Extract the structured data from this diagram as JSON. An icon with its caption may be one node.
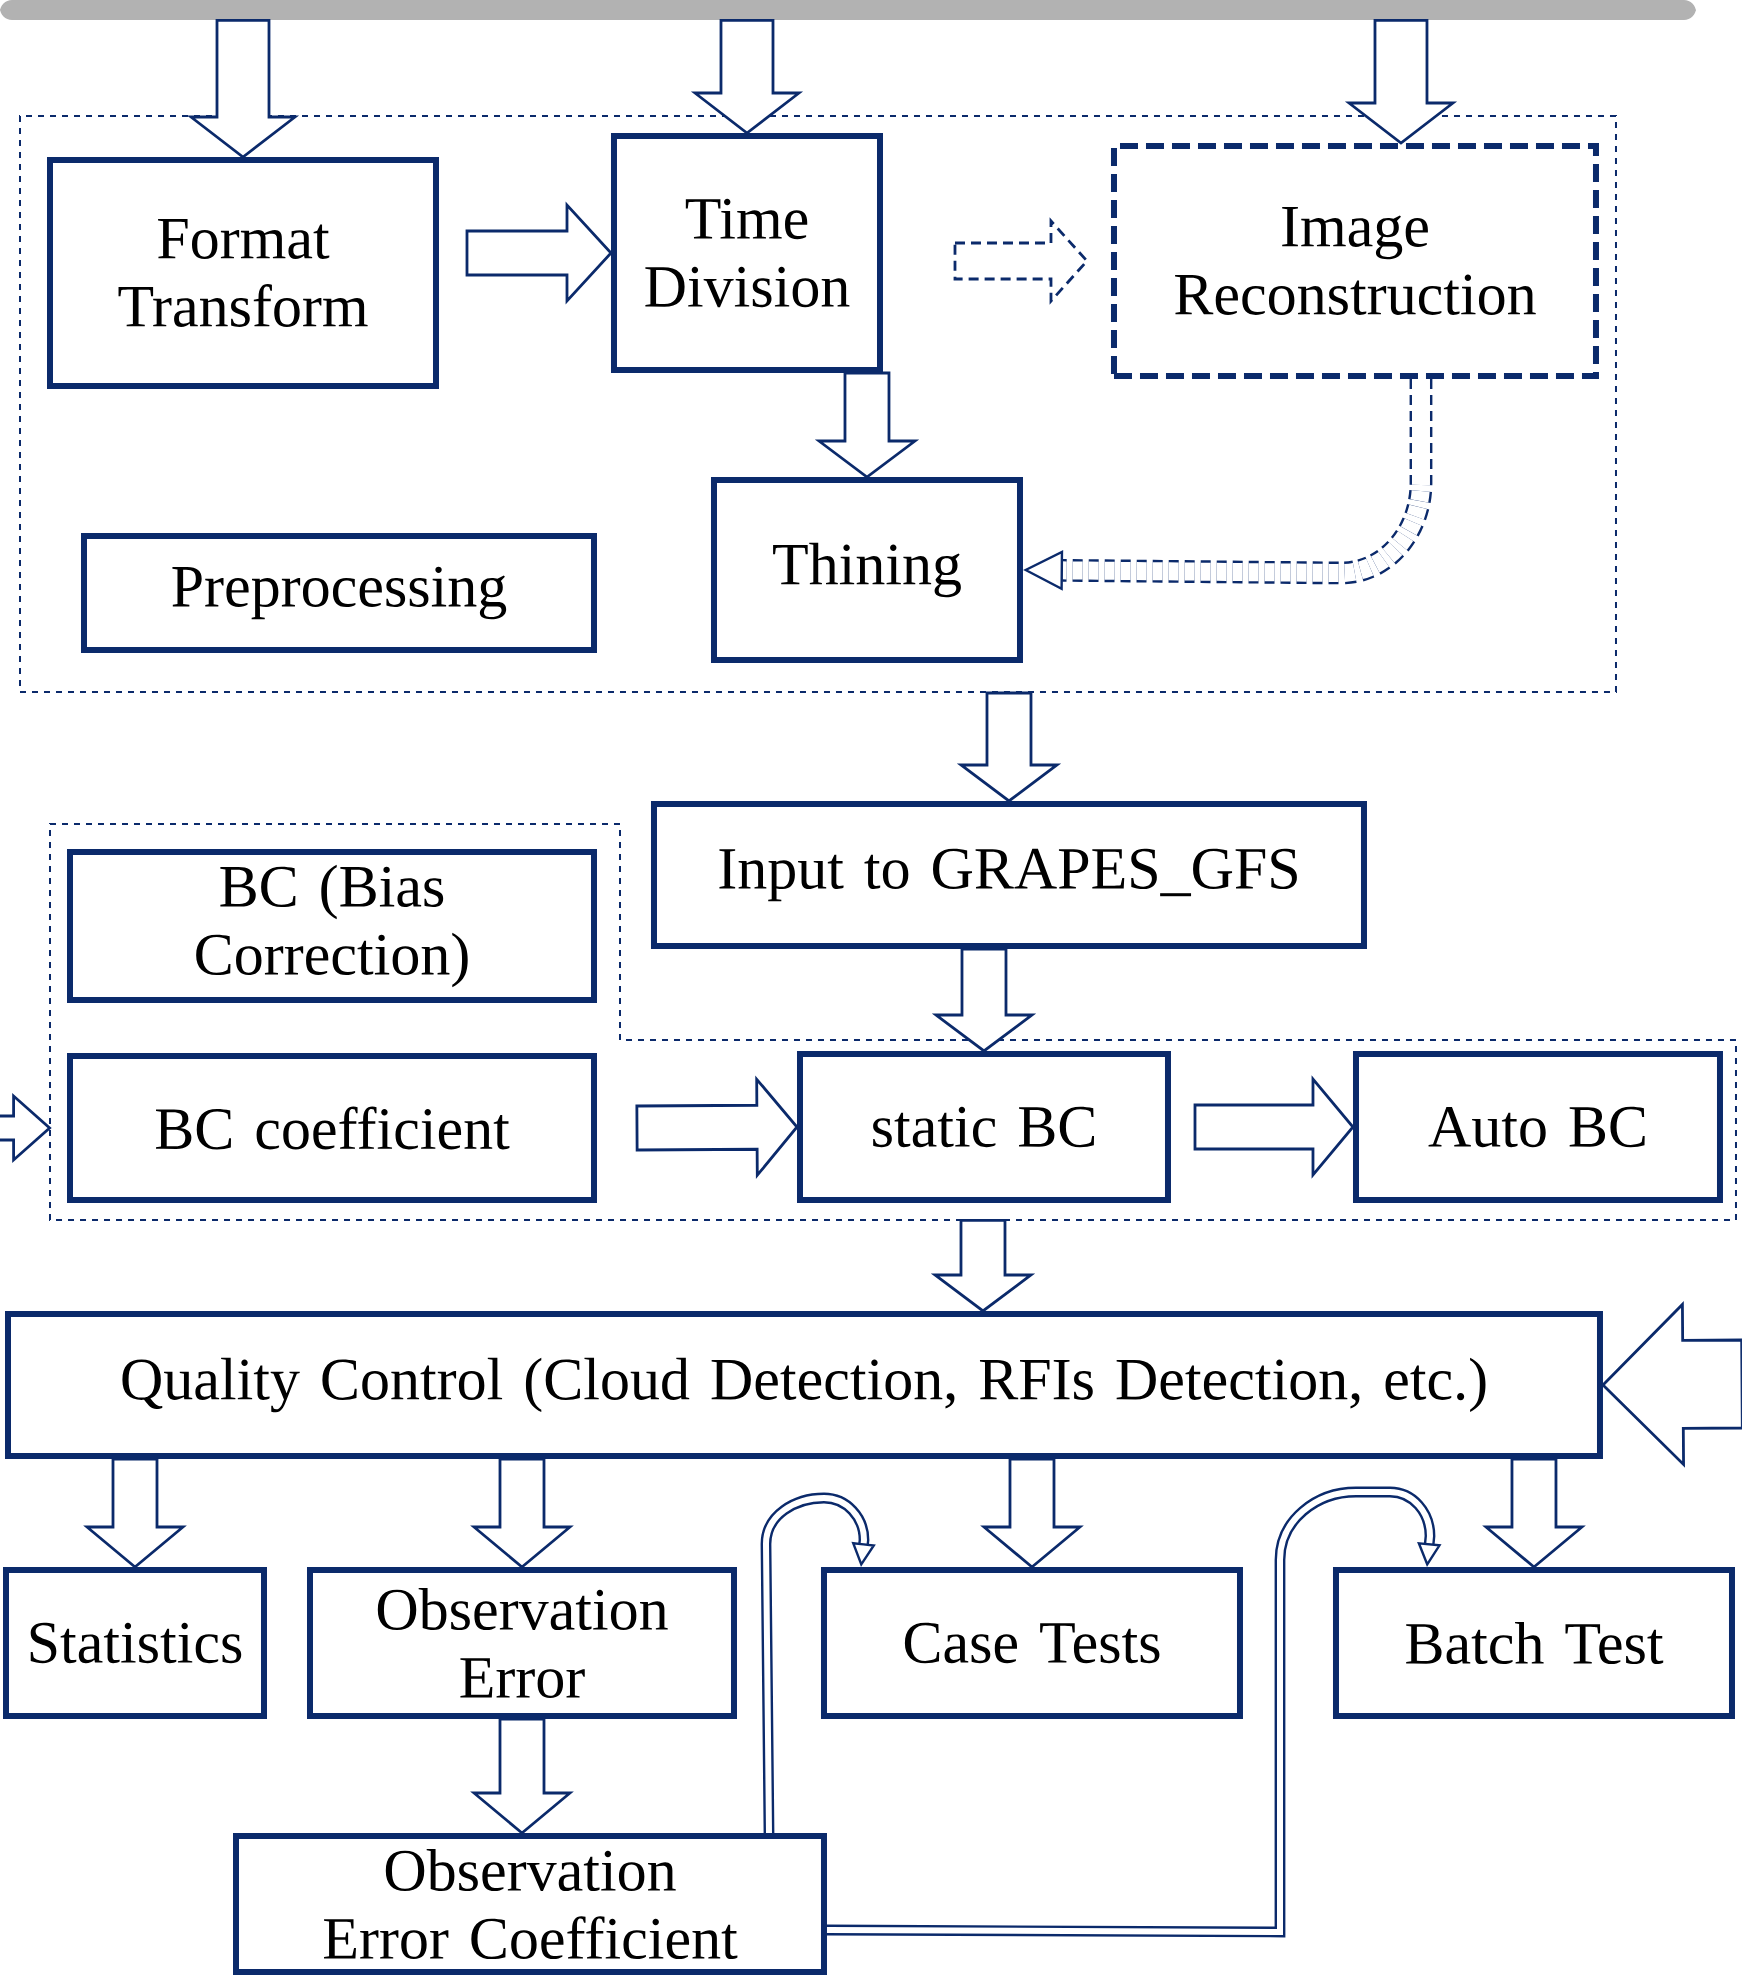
{
  "diagram": {
    "nodes": [
      {
        "text": [],
        "shape": "bar"
      },
      {
        "text": [],
        "shape": "box"
      },
      {
        "text": [
          "Format Transform"
        ],
        "in": 1
      },
      {
        "text": [
          "Time Division"
        ],
        "in": 1
      },
      {
        "text": [
          "Image Reconstruction"
        ],
        "in": 1
      },
      {
        "text": [
          "Thining"
        ],
        "in": 1
      },
      {
        "text": [
          "Preprocessing"
        ],
        "in": 1
      },
      {
        "text": [
          "Input to GRAPES_GFS"
        ]
      },
      {
        "text": [],
        "shape": "box"
      },
      {
        "text": [
          "BC (Bias Correction)"
        ],
        "in": 8
      },
      {
        "text": [
          "BC coefficient"
        ],
        "in": 8
      },
      {
        "text": [
          "static BC"
        ],
        "in": 8
      },
      {
        "text": [
          "Auto BC"
        ],
        "in": 8
      },
      {
        "text": [
          "Quality Control (Cloud Detection, RFIs Detection, etc.)"
        ]
      },
      {
        "text": [
          "Statistics"
        ]
      },
      {
        "text": [
          "Observation Error"
        ]
      },
      {
        "text": [
          "Case Tests"
        ]
      },
      {
        "text": [
          "Batch Test"
        ]
      },
      {
        "text": [
          "Observation Error Coefficient"
        ]
      }
    ],
    "edges": [
      {
        "from": 0,
        "to": 2,
        "arrow": "to"
      },
      {
        "from": 0,
        "to": 3,
        "arrow": "to"
      },
      {
        "from": 0,
        "to": 4,
        "arrow": "to"
      },
      {
        "from": 2,
        "to": 3,
        "arrow": "to"
      },
      {
        "from": 3,
        "to": 4,
        "arrow": "to",
        "style": "dashed"
      },
      {
        "from": 3,
        "to": 5,
        "arrow": "to"
      },
      {
        "from": 4,
        "to": 5,
        "arrow": "to",
        "style": "dashed"
      },
      {
        "from": 1,
        "to": 7,
        "arrow": "to"
      },
      {
        "from": 7,
        "to": 11,
        "arrow": "to"
      },
      {
        "from": 10,
        "to": 11,
        "arrow": "to"
      },
      {
        "from": 11,
        "to": 12,
        "arrow": "to"
      },
      {
        "from": null,
        "to": 8,
        "arrow": "to"
      },
      {
        "from": 8,
        "to": 13,
        "arrow": "to"
      },
      {
        "from": null,
        "to": 13,
        "arrow": "to"
      },
      {
        "from": 13,
        "to": 14,
        "arrow": "to"
      },
      {
        "from": 13,
        "to": 15,
        "arrow": "to"
      },
      {
        "from": 13,
        "to": 16,
        "arrow": "to"
      },
      {
        "from": 13,
        "to": 17,
        "arrow": "to"
      },
      {
        "from": 15,
        "to": 18,
        "arrow": "to"
      },
      {
        "from": 18,
        "to": 16,
        "arrow": "to"
      },
      {
        "from": 18,
        "to": 17,
        "arrow": "to"
      }
    ]
  }
}
